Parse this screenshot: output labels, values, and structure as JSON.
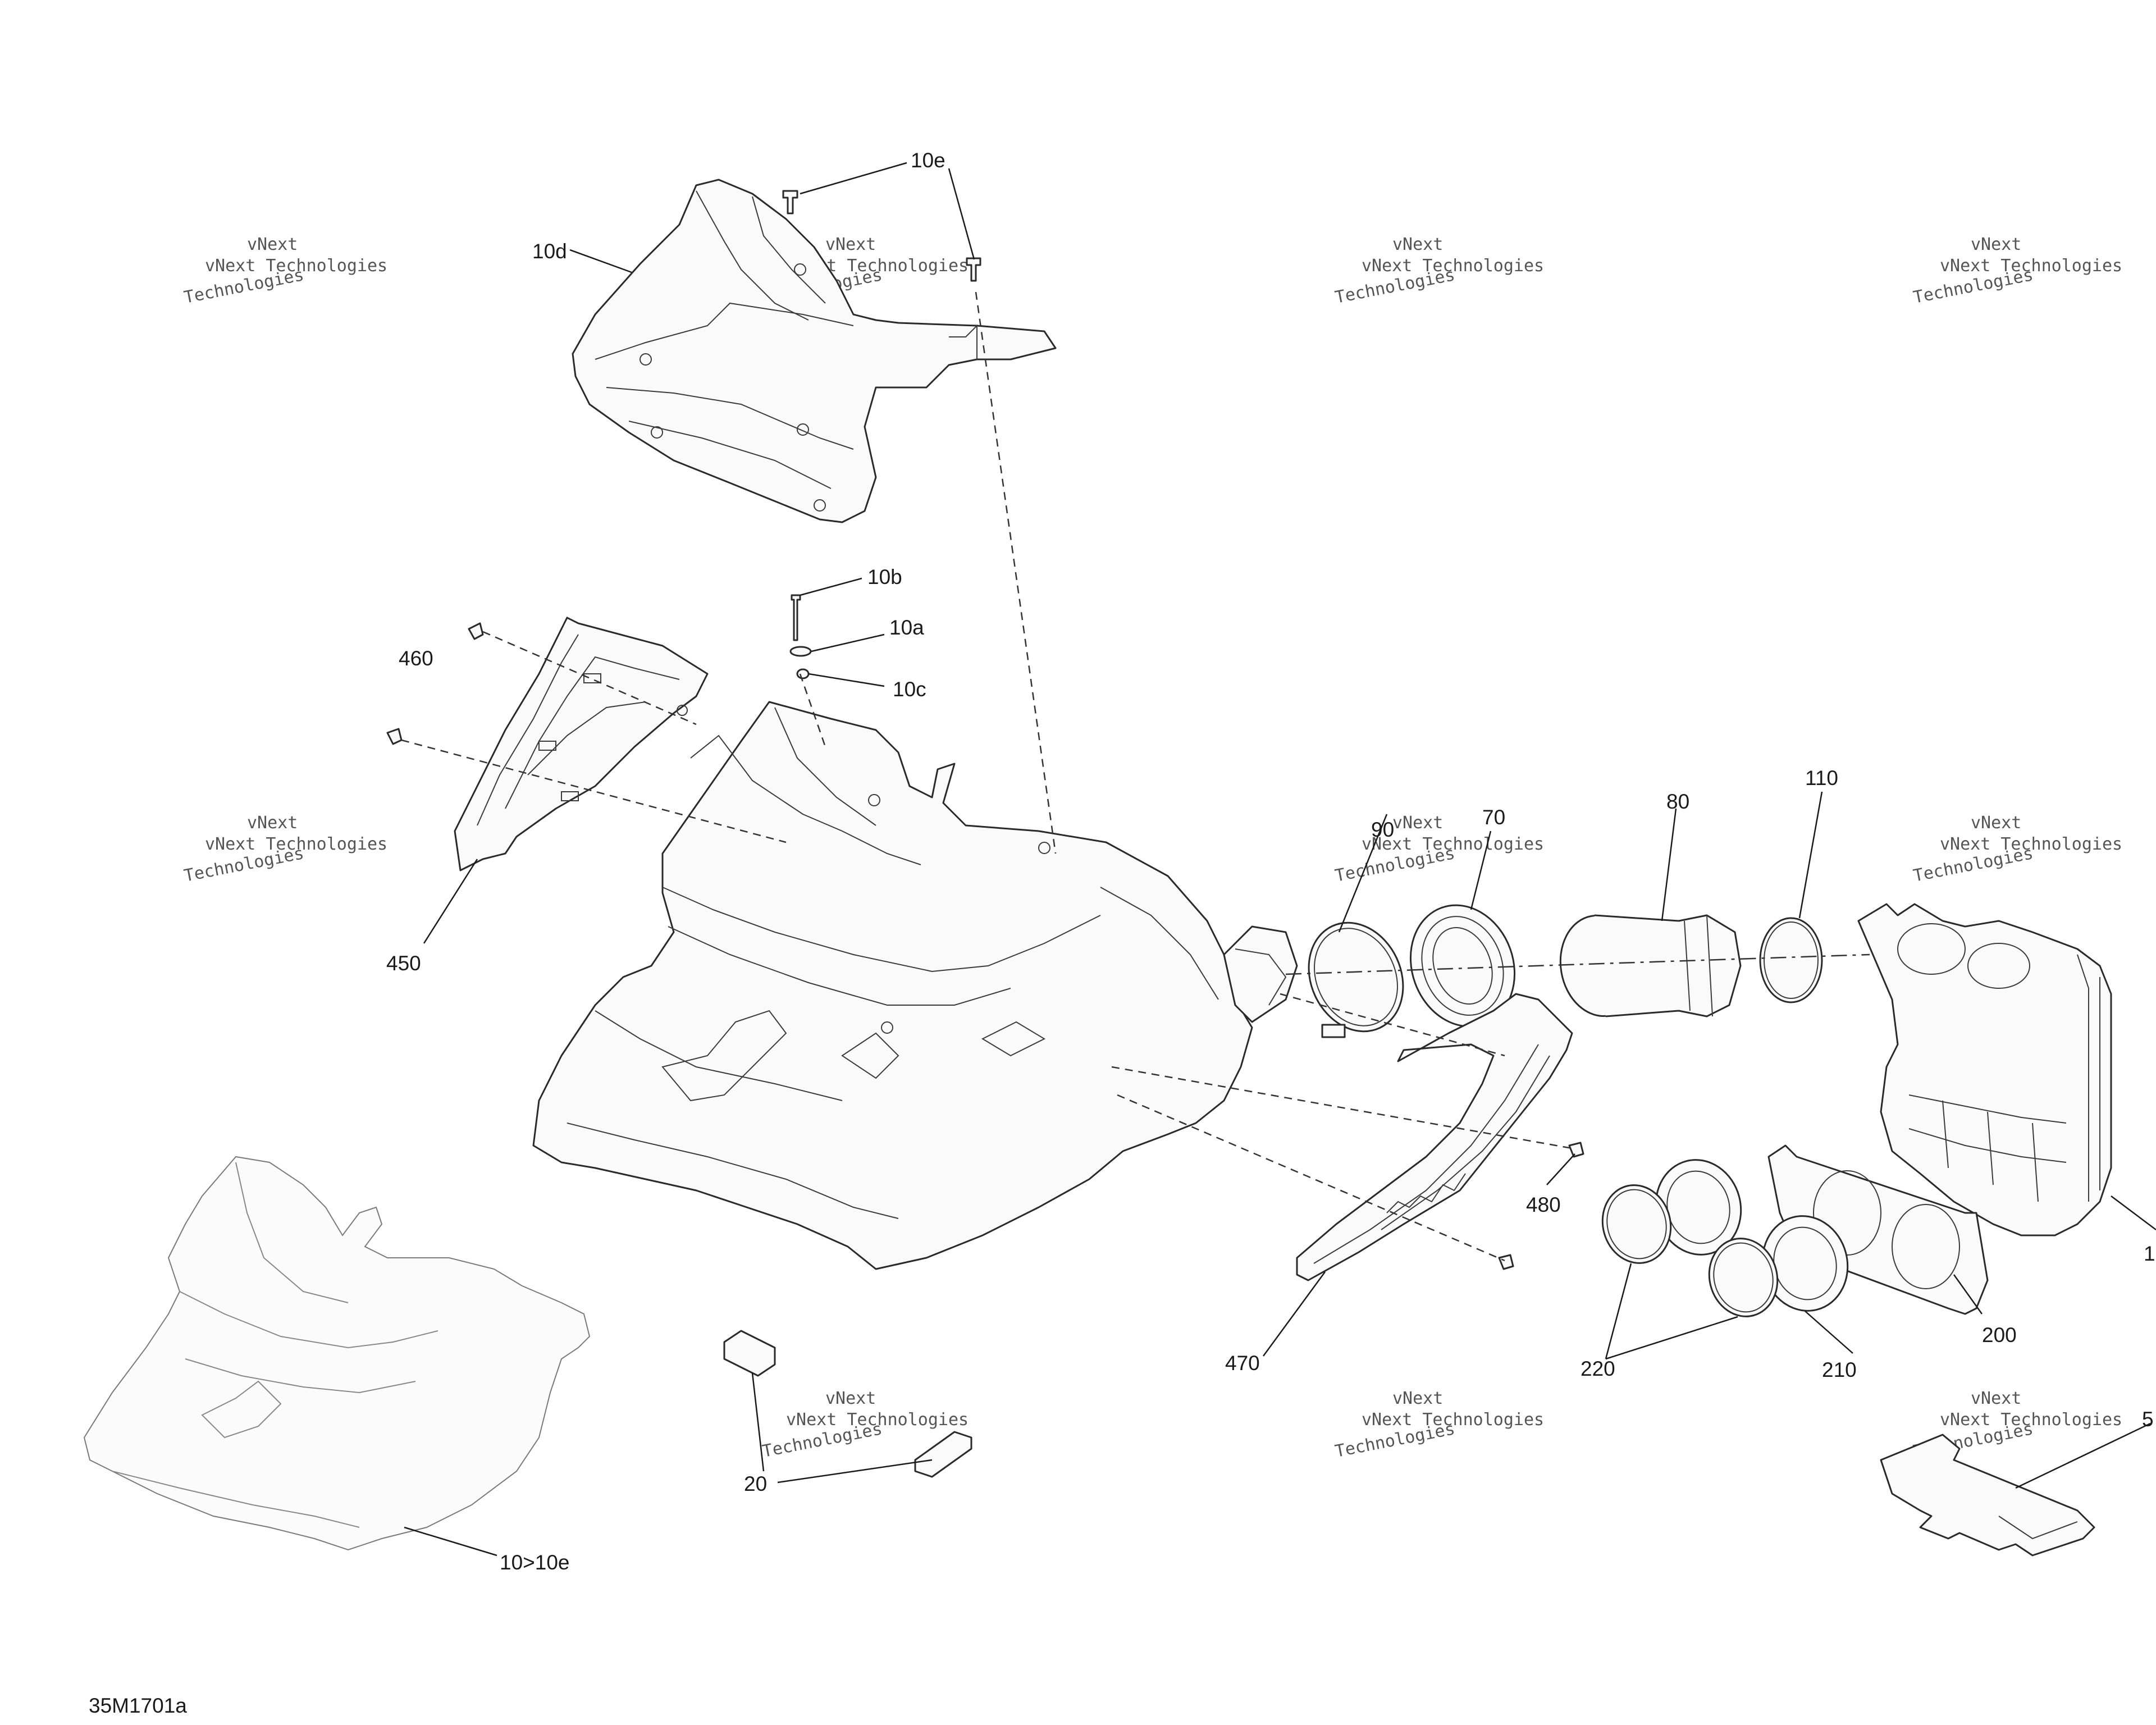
{
  "drawing_id": "35M1701a",
  "watermark": {
    "line1": "vNext",
    "line2": "vNext Technologies",
    "line3": "Technologies"
  },
  "callouts": [
    {
      "id": "c-10e",
      "label": "10e"
    },
    {
      "id": "c-10d",
      "label": "10d"
    },
    {
      "id": "c-10b",
      "label": "10b"
    },
    {
      "id": "c-10a",
      "label": "10a"
    },
    {
      "id": "c-10c",
      "label": "10c"
    },
    {
      "id": "c-460",
      "label": "460"
    },
    {
      "id": "c-450",
      "label": "450"
    },
    {
      "id": "c-90",
      "label": "90"
    },
    {
      "id": "c-70",
      "label": "70"
    },
    {
      "id": "c-80",
      "label": "80"
    },
    {
      "id": "c-110",
      "label": "110"
    },
    {
      "id": "c-480",
      "label": "480"
    },
    {
      "id": "c-470",
      "label": "470"
    },
    {
      "id": "c-220",
      "label": "220"
    },
    {
      "id": "c-210",
      "label": "210"
    },
    {
      "id": "c-200",
      "label": "200"
    },
    {
      "id": "c-1",
      "label": "1"
    },
    {
      "id": "c-5",
      "label": "5"
    },
    {
      "id": "c-20",
      "label": "20"
    },
    {
      "id": "c-10-10e",
      "label": "10>10e"
    }
  ]
}
